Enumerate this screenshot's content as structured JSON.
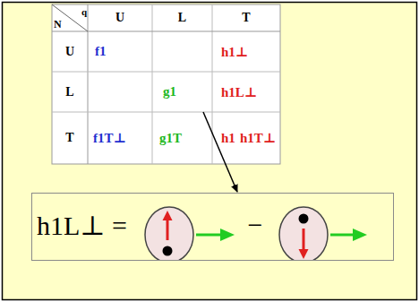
{
  "diagram": {
    "nodes": [
      {
        "text": [
          "g1"
        ]
      },
      {
        "text": [
          "h1L⊥ =",
          "−"
        ]
      }
    ],
    "edges": [
      {
        "from": 0,
        "to": 1,
        "arrow": "to"
      }
    ],
    "labels": [
      "N",
      "q",
      "U",
      "L",
      "T",
      "U",
      "L",
      "T",
      "f1",
      "h1⊥",
      "h1L⊥",
      "f1T⊥",
      "g1T",
      "h1",
      "h1T⊥"
    ]
  }
}
